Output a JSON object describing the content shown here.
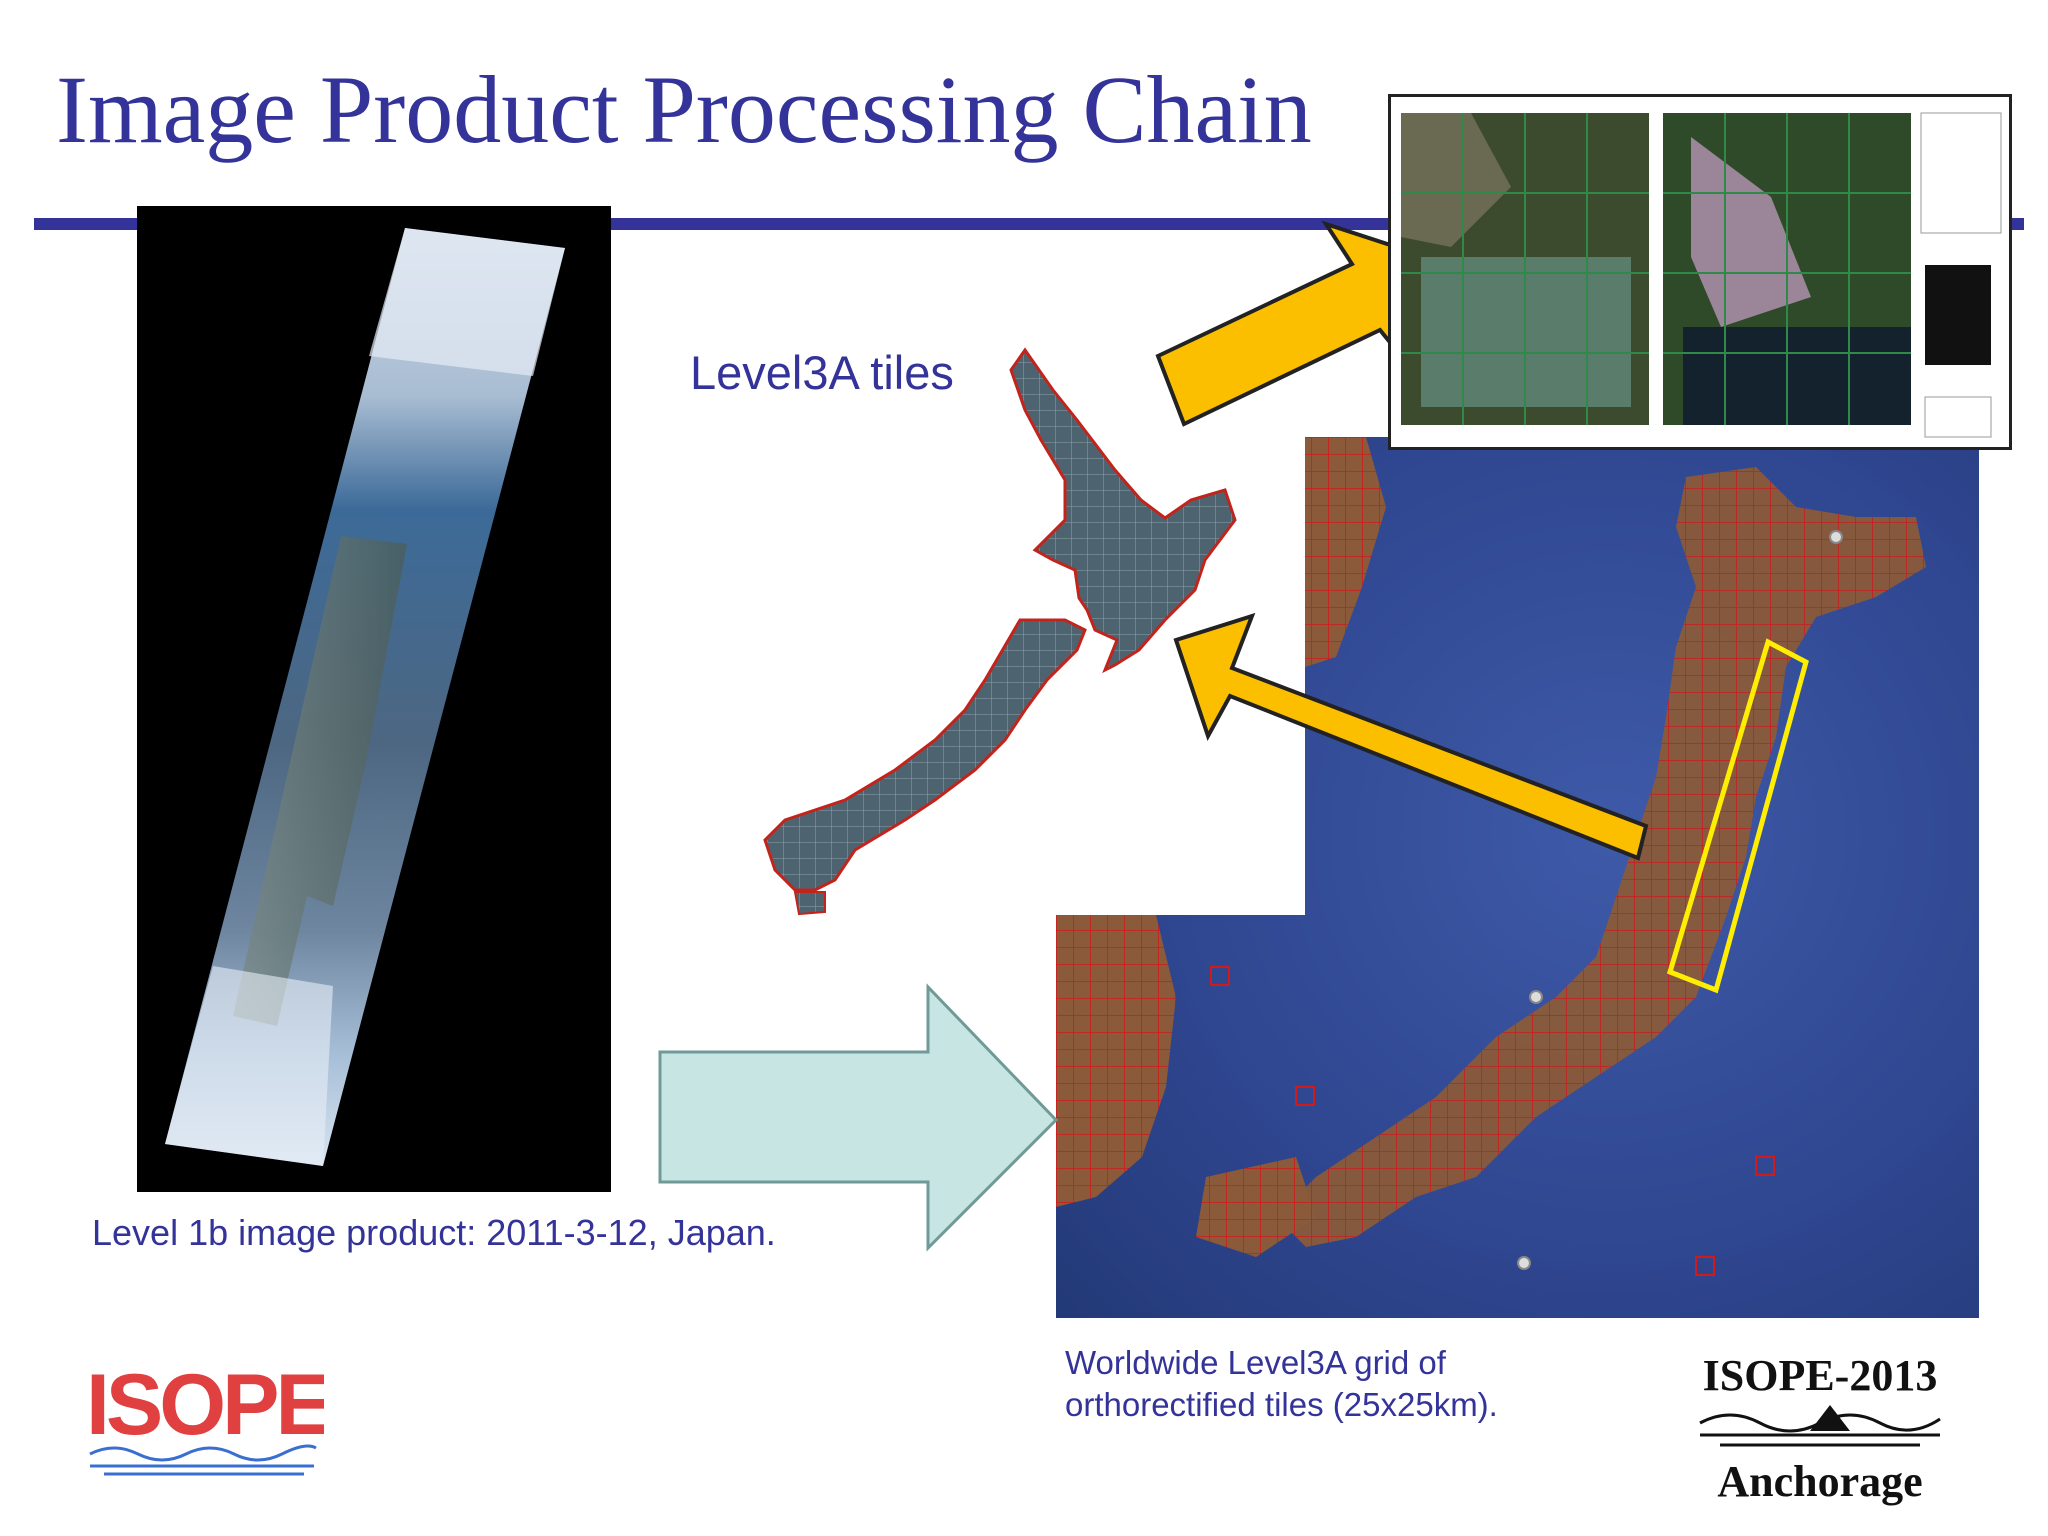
{
  "slide": {
    "title": "Image Product Processing Chain"
  },
  "level1b": {
    "caption": "Level 1b image product: 2011-3-12, Japan."
  },
  "level3a": {
    "label": "Level3A tiles"
  },
  "grid": {
    "caption_line1": "Worldwide Level3A  grid of",
    "caption_line2": "orthorectified tiles (25x25km)."
  },
  "logos": {
    "isope": "ISOPE",
    "conference": "ISOPE-2013",
    "location": "Anchorage"
  },
  "colors": {
    "title": "#333399",
    "arrow_orange": "#fbbf00",
    "arrow_teal": "#c7e6e3",
    "grid_red": "#d11a1a",
    "highlight_yellow": "#ffee00"
  }
}
